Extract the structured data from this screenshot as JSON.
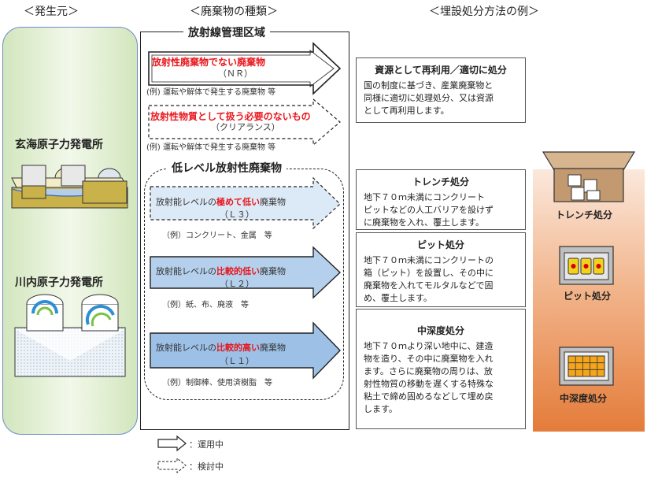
{
  "headers": {
    "source": "＜発生元＞",
    "waste_types": "＜廃棄物の種類＞",
    "disposal_examples": "＜埋設処分方法の例＞"
  },
  "plants": {
    "genkai": "玄海原子力発電所",
    "sendai": "川内原子力発電所"
  },
  "radiation_area": {
    "title": "放射線管理区域",
    "nr": {
      "title": "放射性廃棄物でない廃棄物",
      "code": "（ＮＲ）",
      "example": "(例) 運転や解体で発生する廃棄物 等"
    },
    "clearance": {
      "title": "放射性物質として扱う必要のないもの",
      "code": "（クリアランス）",
      "example": "(例) 運転や解体で発生する廃棄物 等"
    }
  },
  "low_level": {
    "title": "低レベル放射性廃棄物",
    "l3": {
      "prefix": "放射能レベルの",
      "emph": "極めて低い",
      "suffix": "廃棄物",
      "code": "（Ｌ３）",
      "example": "（例）コンクリート、金属　等"
    },
    "l2": {
      "prefix": "放射能レベルの",
      "emph": "比較的低い",
      "suffix": "廃棄物",
      "code": "（Ｌ２）",
      "example": "（例）紙、布、廃液　等"
    },
    "l1": {
      "prefix": "放射能レベルの",
      "emph": "比較的高い",
      "suffix": "廃棄物",
      "code": "（Ｌ１）",
      "example": "（例）制御棒、使用済樹脂　等"
    }
  },
  "disposal": {
    "reuse": {
      "title": "資源として再利用／適切に処分",
      "lines": [
        "国の制度に基づき、産業廃棄物と",
        "同様に適切に処理処分、又は資源",
        "として再利用します。"
      ]
    },
    "trench": {
      "title": "トレンチ処分",
      "lines": [
        "地下７０ｍ未満にコンクリート",
        "ピットなどの人工バリアを設けず",
        "に廃棄物を入れ、覆土します。"
      ]
    },
    "pit": {
      "title": "ピット処分",
      "lines": [
        "地下７０ｍ未満にコンクリートの",
        "箱（ピット）を設置し、その中に",
        "廃棄物を入れてモルタルなどで固",
        "め、覆土します。"
      ]
    },
    "intermediate": {
      "title": "中深度処分",
      "lines": [
        "地下７０ｍより深い地中に、建造",
        "物を造り、その中に廃棄物を入れ",
        "ます。さらに廃棄物の周りは、放",
        "射性物質の移動を遅くする特殊な",
        "粘土で締め固めるなどして埋め戻",
        "します。"
      ]
    }
  },
  "illustrations": {
    "trench": "トレンチ処分",
    "pit": "ピット処分",
    "intermediate": "中深度処分"
  },
  "legend": {
    "solid": "：運用中",
    "dashed": "：検討中"
  },
  "colors": {
    "red_emphasis": "#e8161c",
    "source_panel": "#d5e8c2",
    "l3_arrow": "#dce9f6",
    "l2_arrow": "#b5d0ec",
    "l1_arrow": "#9cc0e6",
    "disposal_gradient": "#e47c3a"
  }
}
